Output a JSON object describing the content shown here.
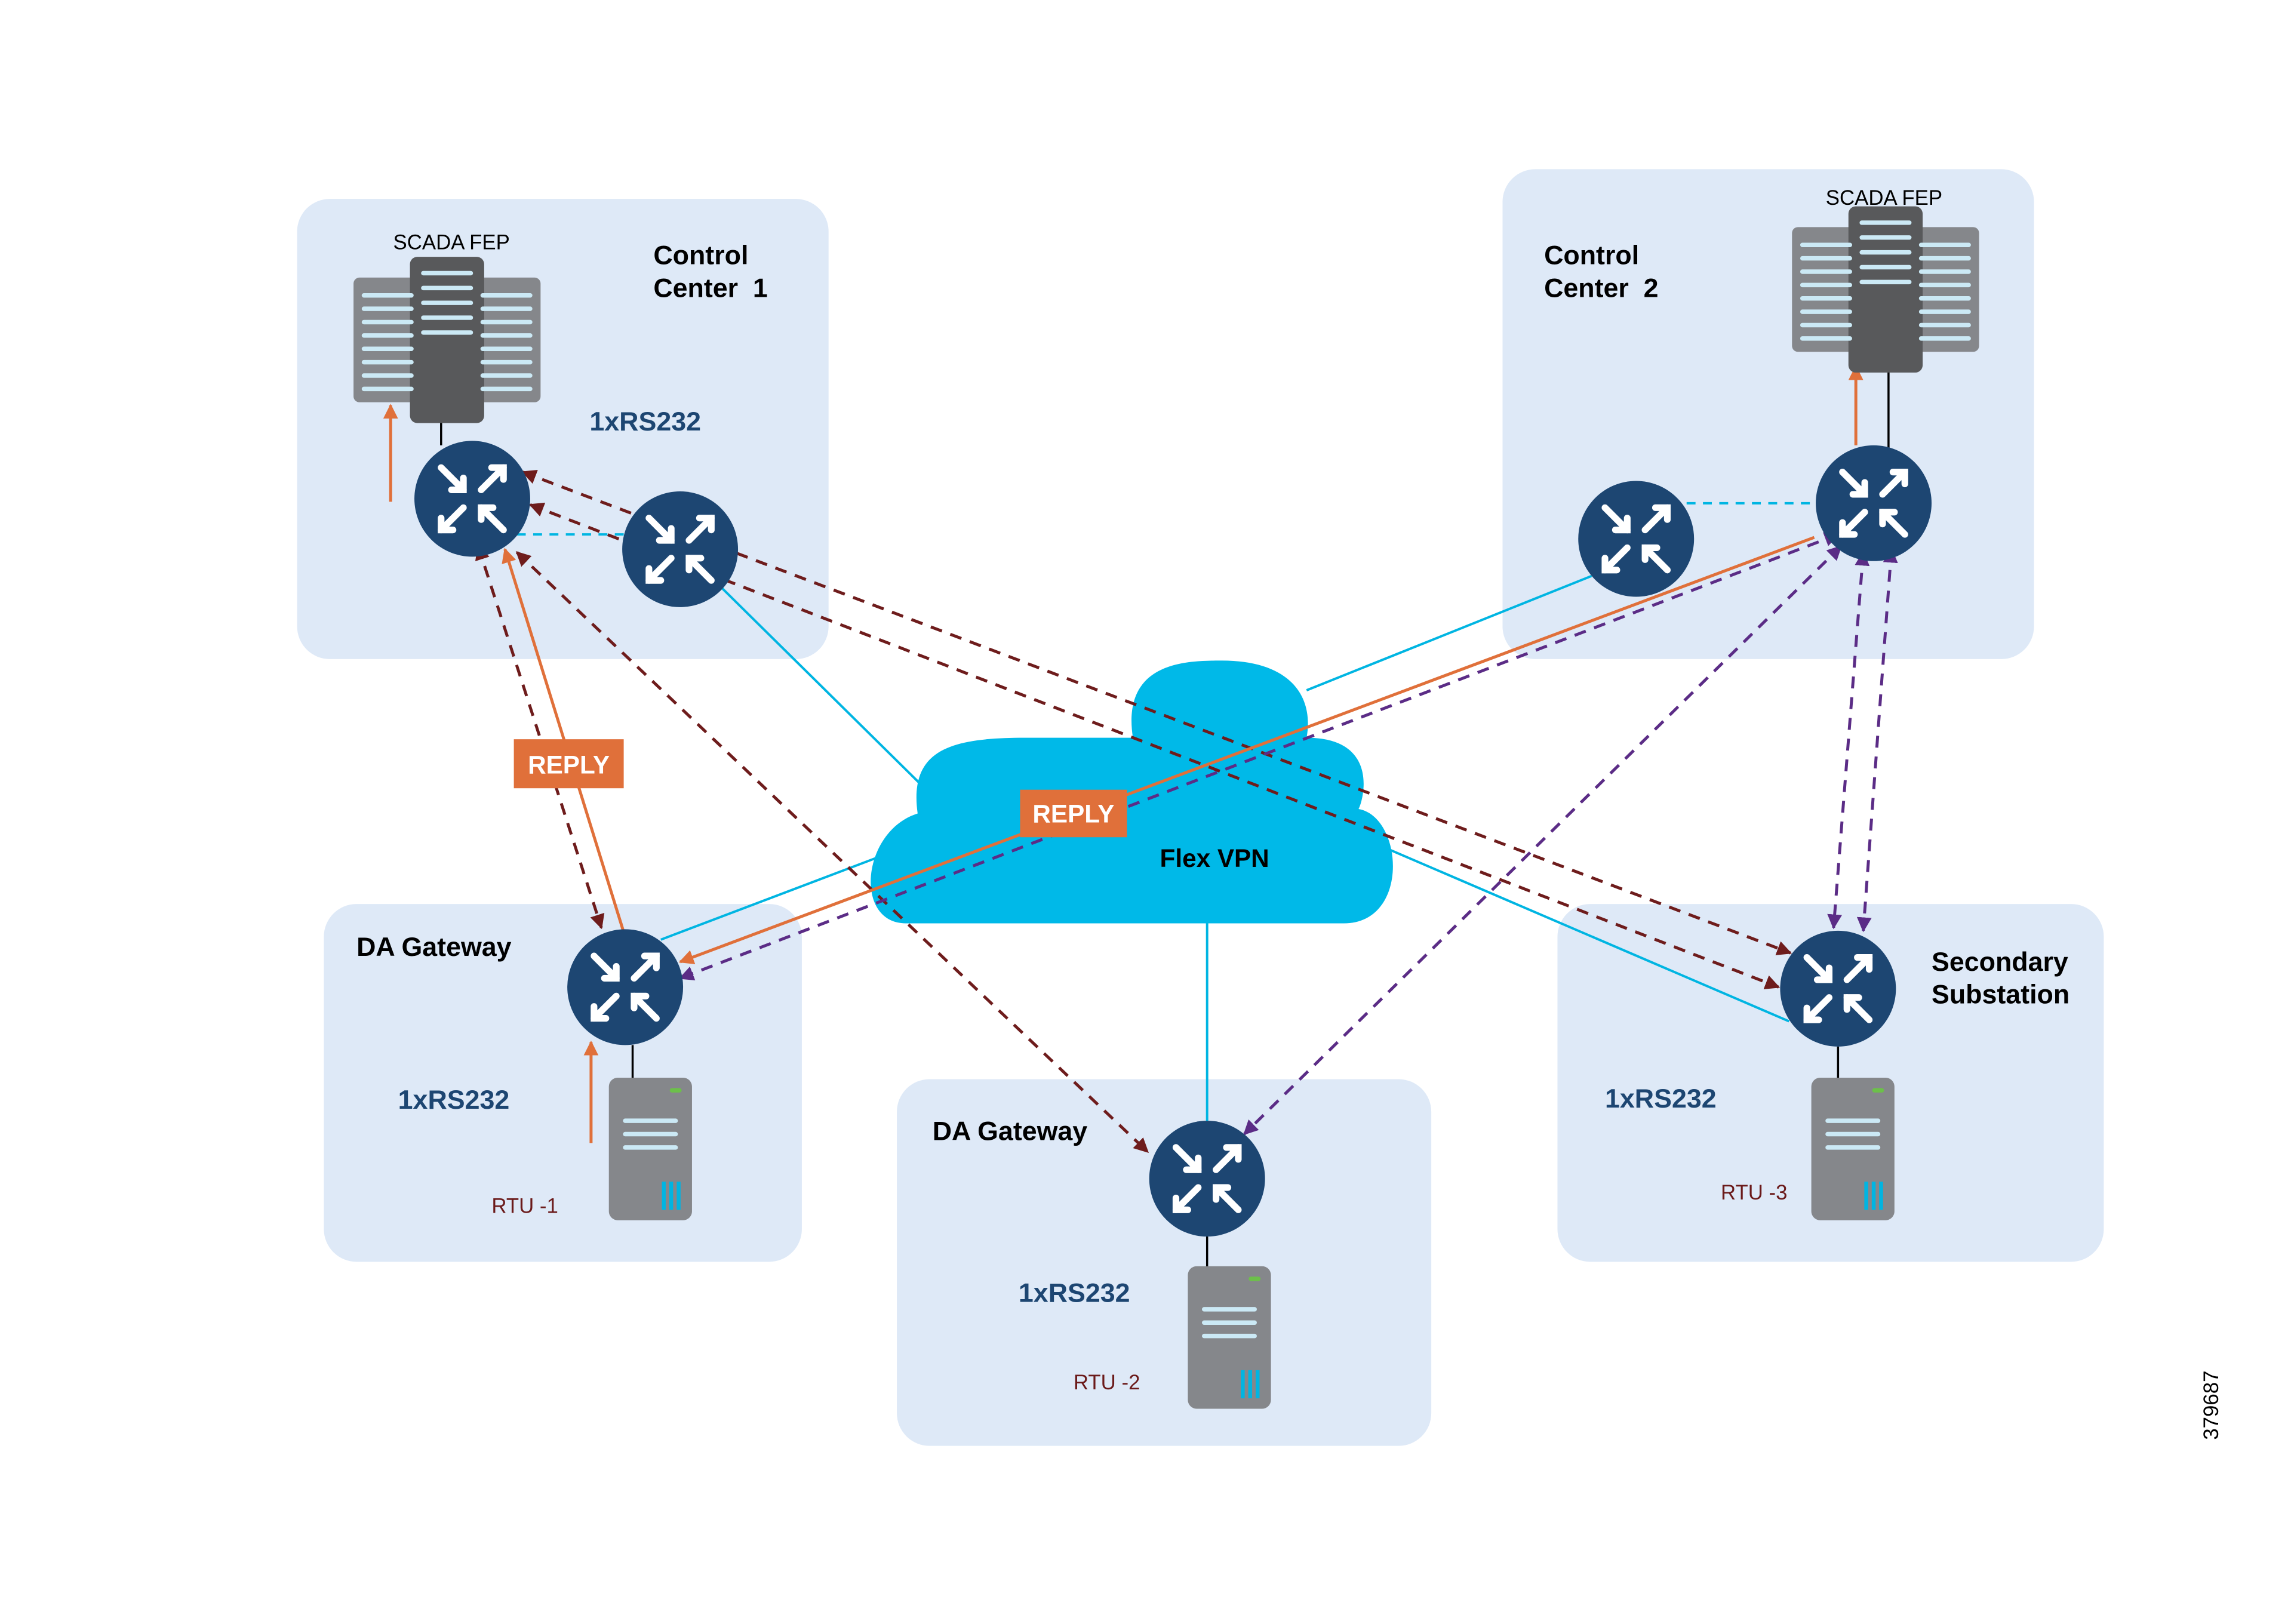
{
  "diagram": {
    "figure_id": "379687",
    "cloud_label": "Flex VPN",
    "reply_labels": [
      "REPLY",
      "REPLY"
    ],
    "zones": {
      "cc1": {
        "title_line1": "Control",
        "title_line2": "Center  1",
        "fep_label": "SCADA FEP",
        "interface": "1xRS232"
      },
      "cc2": {
        "title_line1": "Control",
        "title_line2": "Center  2",
        "fep_label": "SCADA FEP"
      },
      "da1": {
        "title": "DA Gateway",
        "interface": "1xRS232",
        "rtu_label": "RTU -1"
      },
      "da2": {
        "title": "DA Gateway",
        "interface": "1xRS232",
        "rtu_label": "RTU -2"
      },
      "ss": {
        "title_line1": "Secondary",
        "title_line2": "Substation",
        "interface": "1xRS232",
        "rtu_label": "RTU -3"
      }
    },
    "links": {
      "tunnel": {
        "style": "solid",
        "color": "#00b5e2",
        "meaning": "FlexVPN tunnel"
      },
      "local_backup": {
        "style": "dashed",
        "color": "#00b5e2"
      },
      "cc1_poll": {
        "style": "dashed",
        "color": "#6e1c1c"
      },
      "cc2_poll": {
        "style": "dashed",
        "color": "#5b2c86"
      },
      "reply": {
        "style": "solid",
        "color": "#e0703a"
      },
      "serial": {
        "style": "solid",
        "color": "#000000"
      }
    },
    "colors": {
      "zone_fill": "#dee9f7",
      "router_fill": "#1d4672",
      "cloud_fill": "#00b9e8",
      "server_gray": "#85878b",
      "server_dark": "#58595b",
      "server_stripe": "#cbe9f5",
      "led_green": "#6cc04a",
      "reply_orange": "#e0703a"
    }
  }
}
